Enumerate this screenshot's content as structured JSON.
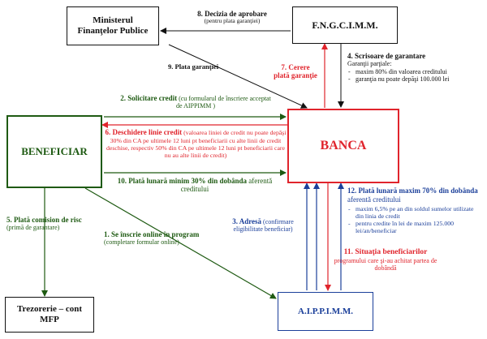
{
  "boxes": {
    "ministerul": "Ministerul Finanţelor Publice",
    "fngcimm": "F.N.G.C.I.M.M.",
    "beneficiar": "BENEFICIAR",
    "banca": "BANCA",
    "trezorerie": "Trezorerie – cont MFP",
    "aippimm": "A.I.P.P.I.M.M."
  },
  "labels": {
    "l8_title": "8. Decizia de aprobare",
    "l8_sub": "(pentru plata garanţiei)",
    "l9": "9. Plata garanţiei",
    "l7a": "7. Cerere",
    "l7b": "plată garanţie",
    "l4_title": "4. Scrisoare de garantare",
    "l4_sub": "Garanţii parţiale:",
    "l4_items": [
      "maxim 80% din valoarea creditului",
      "garanţia nu poate depăşi 100.000 lei"
    ],
    "l2_title": "2. Solicitare credit",
    "l2_rest": "(cu formularul de înscriere acceptat de AIPPIMM )",
    "l6_title": "6. Deschidere linie credit",
    "l6_rest": "(valoarea liniei de credit nu poate depăşi 30% din CA pe ultimele 12 luni pt beneficiarii cu alte linii de credit deschise, respectiv 50% din CA pe ultimele 12 luni pt beneficiarii care nu au alte linii de credit)",
    "l10_bold": "10. Plată lunară minim 30% din dobânda",
    "l10_rest": "aferentă creditului",
    "l5_bold": "5. Plată comision de risc",
    "l5_rest": "(primă de garantare)",
    "l1_bold": "1. Se înscrie online în program",
    "l1_rest": "(completare formular online)",
    "l3_bold": "3. Adresă",
    "l3_rest": "(confirmare eligibilitate beneficiar)",
    "l12_bold": "12. Plată lunară maxim 70% din dobânda",
    "l12_rest": "aferentă creditului",
    "l12_items": [
      "maxim 6,5% pe an din soldul sumelor utilizate din linia de credit",
      "pentru credite în lei de maxim 125.000 lei/an/beneficiar"
    ],
    "l11_bold": "11. Situaţia beneficiarilor",
    "l11_rest": "programului care şi-au achitat partea de dobândă"
  },
  "colors": {
    "green": "#1e5a12",
    "red": "#e0242c",
    "blue": "#1b3f9a",
    "black": "#111111"
  }
}
